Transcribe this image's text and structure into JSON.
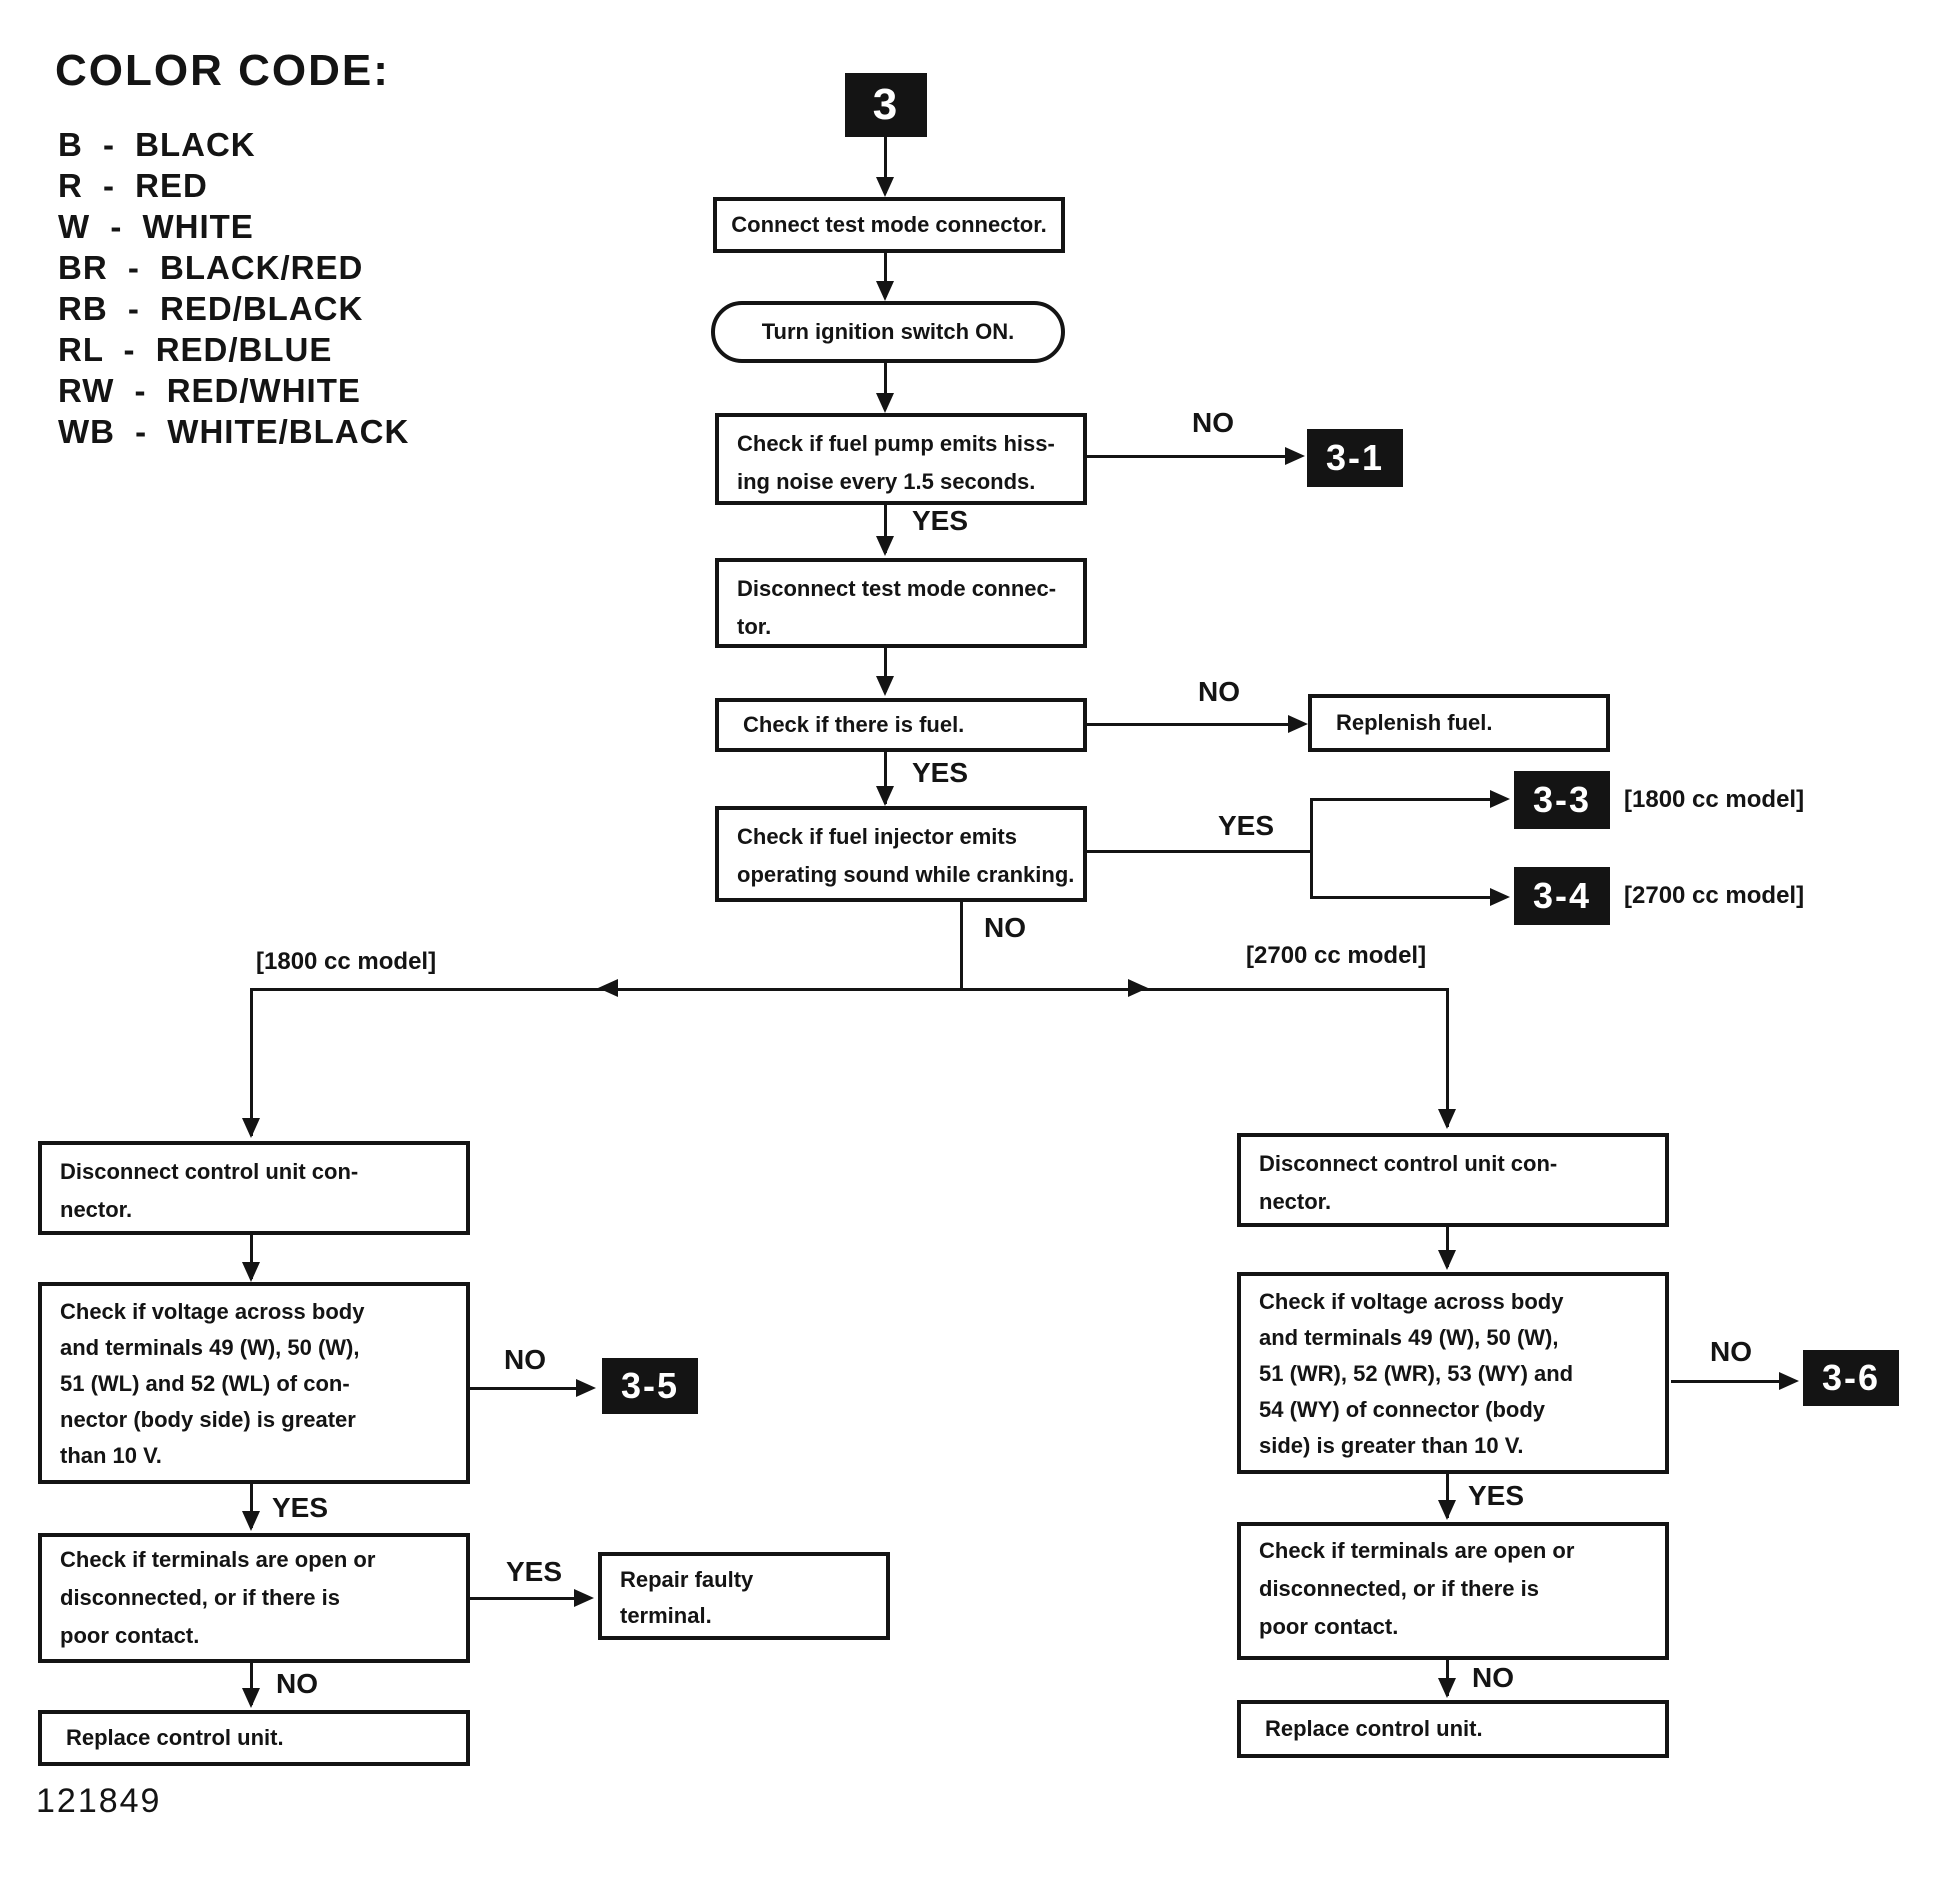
{
  "legend": {
    "title": "COLOR CODE:",
    "items": [
      "B - BLACK",
      "R - RED",
      "W - WHITE",
      "BR - BLACK/RED",
      "RB - RED/BLACK",
      "RL - RED/BLUE",
      "RW - RED/WHITE",
      "WB - WHITE/BLACK"
    ]
  },
  "labels": {
    "yes": "YES",
    "no": "NO",
    "model_1800": "[1800 cc model]",
    "model_2700": "[2700 cc model]"
  },
  "refs": {
    "start": "3",
    "r31": "3-1",
    "r33": "3-3",
    "r34": "3-4",
    "r35": "3-5",
    "r36": "3-6"
  },
  "steps": {
    "connect_test_mode": {
      "lines": [
        "Connect test mode connector."
      ]
    },
    "turn_ignition": {
      "lines": [
        "Turn ignition switch ON."
      ]
    },
    "check_fuel_pump": {
      "lines": [
        "Check if fuel pump emits hiss-",
        "ing noise every 1.5 seconds."
      ]
    },
    "disconnect_test_mode": {
      "lines": [
        "Disconnect test mode connec-",
        "tor."
      ]
    },
    "check_fuel": {
      "lines": [
        "Check if there is fuel."
      ]
    },
    "replenish_fuel": {
      "lines": [
        "Replenish fuel."
      ]
    },
    "check_injector": {
      "lines": [
        "Check if fuel injector emits",
        "operating sound while cranking."
      ]
    },
    "left": {
      "disconnect_control_unit": {
        "lines": [
          "Disconnect control unit con-",
          "nector."
        ]
      },
      "check_voltage": {
        "lines": [
          "Check if voltage across body",
          "and terminals 49 (W), 50 (W),",
          "51 (WL) and 52 (WL) of con-",
          "nector (body side) is greater",
          "than 10 V."
        ]
      },
      "check_terminals": {
        "lines": [
          "Check if terminals are open or",
          "disconnected, or if there is",
          "poor contact."
        ]
      },
      "repair_terminal": {
        "lines": [
          "Repair faulty",
          "terminal."
        ]
      },
      "replace_control_unit": {
        "lines": [
          "Replace control unit."
        ]
      }
    },
    "right": {
      "disconnect_control_unit": {
        "lines": [
          "Disconnect control unit con-",
          "nector."
        ]
      },
      "check_voltage": {
        "lines": [
          "Check if voltage across body",
          "and terminals 49 (W), 50 (W),",
          "51 (WR), 52 (WR), 53 (WY) and",
          "54 (WY) of connector (body",
          "side) is greater than 10 V."
        ]
      },
      "check_terminals": {
        "lines": [
          "Check if terminals are open or",
          "disconnected, or if there is",
          "poor contact."
        ]
      },
      "replace_control_unit": {
        "lines": [
          "Replace control unit."
        ]
      }
    }
  },
  "footer": {
    "figure_number": "121849"
  },
  "colors": {
    "ink": "#141414",
    "paper": "#ffffff"
  }
}
